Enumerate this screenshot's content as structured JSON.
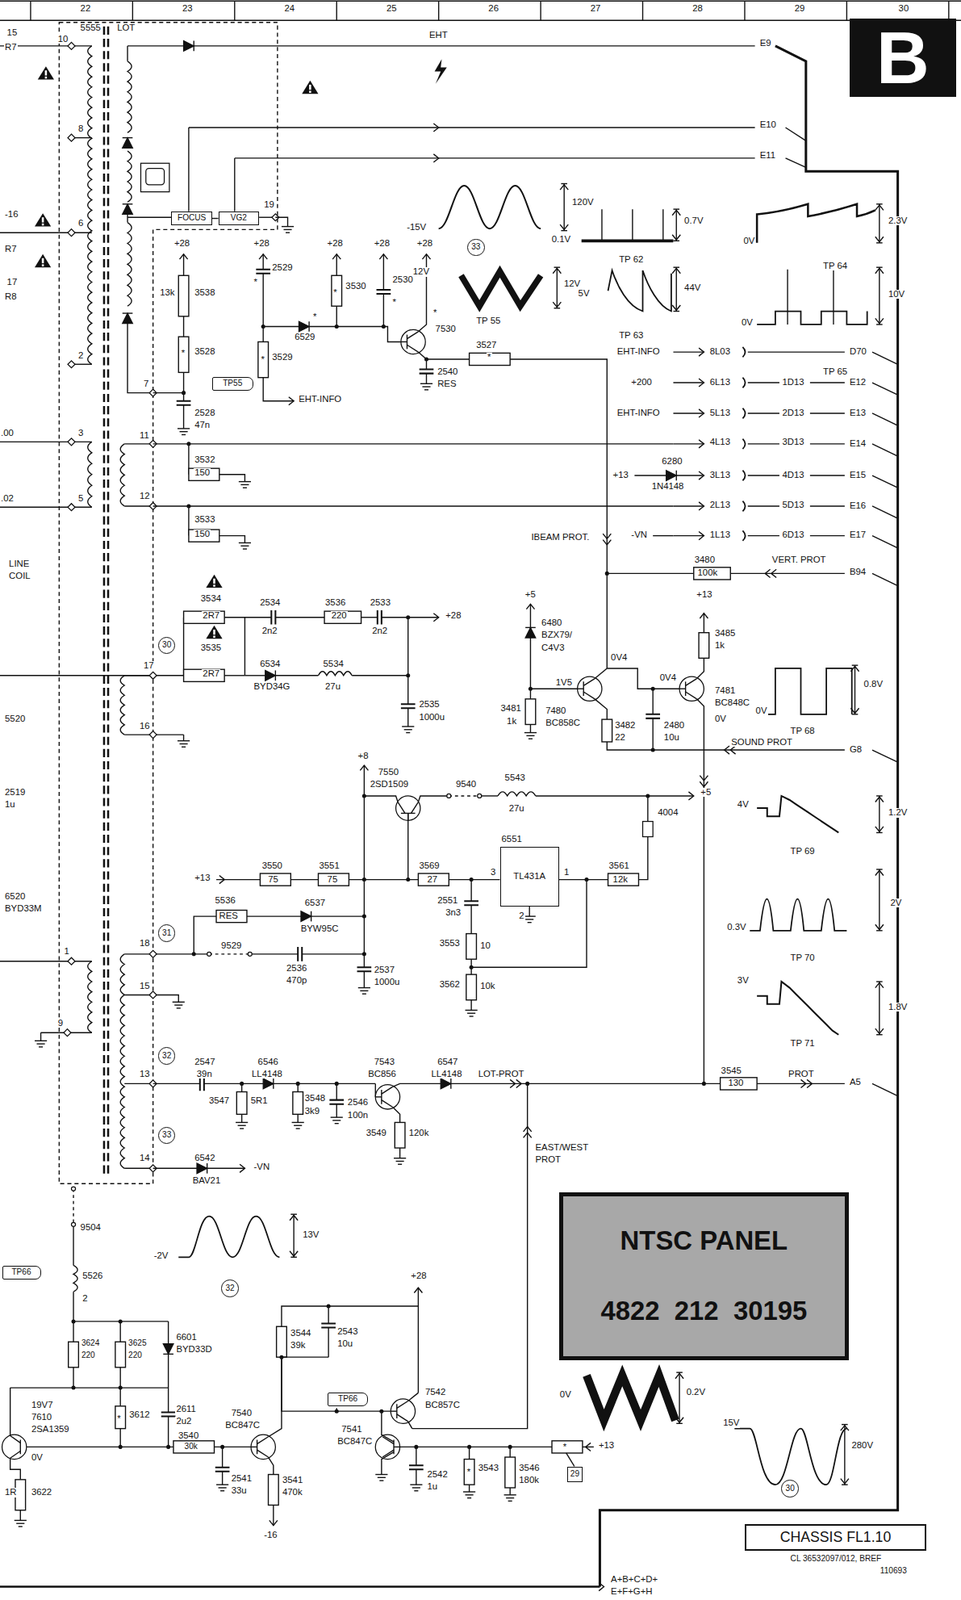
{
  "diagram": {
    "nodes": [
      {
        "text": [
          "B"
        ]
      },
      {
        "text": [
          "NTSC PANEL",
          "4822  212  30195"
        ]
      },
      {
        "text": [
          "CHASSIS FL1.10"
        ]
      },
      {
        "text": [
          "6551",
          "TL431A"
        ]
      },
      {
        "text": [
          "FOCUS"
        ]
      },
      {
        "text": [
          "VG2"
        ]
      },
      {
        "text": [
          "TP55"
        ]
      },
      {
        "text": [
          "TP66"
        ]
      },
      {
        "text": [
          "TP66"
        ]
      },
      {
        "text": [
          "29"
        ]
      },
      {
        "text": [
          "33"
        ]
      },
      {
        "text": [
          "30"
        ]
      },
      {
        "text": [
          "31"
        ]
      },
      {
        "text": [
          "32"
        ]
      },
      {
        "text": [
          "33"
        ]
      },
      {
        "text": [
          "32"
        ]
      },
      {
        "text": [
          "30"
        ]
      }
    ],
    "edges": [
      {
        "from": 4,
        "to": 5,
        "arrow": "none"
      }
    ],
    "labels": [
      "22",
      "23",
      "24",
      "25",
      "26",
      "27",
      "28",
      "29",
      "30",
      "15",
      "R7",
      "-16",
      "R7",
      "17",
      "R8",
      ".00",
      ".02",
      "LINE",
      "COIL",
      "5520",
      "2519",
      "1u",
      "6520",
      "BYD33M",
      "10",
      "5555",
      "LOT",
      "8",
      "6",
      "2",
      "3",
      "5",
      "1",
      "9",
      "19",
      "7",
      "11",
      "12",
      "17",
      "16",
      "18",
      "15",
      "13",
      "14",
      "EHT",
      "E9",
      "E10",
      "E11",
      "+28",
      "+28",
      "+28",
      "+28",
      "+28",
      "3538",
      "13k",
      "3528",
      "*",
      "2529",
      "*",
      "3529",
      "*",
      "6529",
      "*",
      "3530",
      "*",
      "2530",
      "*",
      "7530",
      "*",
      "3527",
      "*",
      "2540",
      "RES",
      "2528",
      "47n",
      "EHT-INFO",
      "120V",
      "-15V",
      "12V",
      "12V",
      "TP 55",
      "0.1V",
      "0.7V",
      "TP 62",
      "5V",
      "44V",
      "TP 63",
      "0V",
      "2.3V",
      "TP 64",
      "0V",
      "10V",
      "TP 65",
      "EHT-INFO",
      "8L03",
      "D70",
      "+200",
      "6L13",
      "1D13",
      "E12",
      "EHT-INFO",
      "5L13",
      "2D13",
      "E13",
      "4L13",
      "3D13",
      "E14",
      "+13",
      "6280",
      "1N4148",
      "3L13",
      "4D13",
      "E15",
      "2L13",
      "5D13",
      "E16",
      "-VN",
      "1L13",
      "6D13",
      "E17",
      "3532",
      "150",
      "3533",
      "150",
      "IBEAM PROT.",
      "3480",
      "100k",
      "VERT. PROT",
      "B94",
      "3534",
      "2R7",
      "3535",
      "2R7",
      "2534",
      "2n2",
      "3536",
      "220",
      "2533",
      "2n2",
      "+28",
      "6534",
      "BYD34G",
      "5534",
      "27u",
      "2535",
      "1000u",
      "+5",
      "6480",
      "BZX79/",
      "C4V3",
      "3481",
      "1k",
      "0V4",
      "1V5",
      "7480",
      "BC858C",
      "3482",
      "22",
      "2480",
      "10u",
      "0V4",
      "+13",
      "3485",
      "1k",
      "7481",
      "BC848C",
      "0V",
      "0.8V",
      "0V",
      "TP 68",
      "SOUND PROT",
      "G8",
      "+8",
      "7550",
      "2SD1509",
      "9540",
      "5543",
      "27u",
      "+5",
      "4004",
      "3561",
      "12k",
      "3",
      "1",
      "2",
      "3569",
      "27",
      "+13",
      "3550",
      "75",
      "3551",
      "75",
      "2551",
      "3n3",
      "3553",
      "10",
      "3562",
      "10k",
      "5536",
      "RES",
      "6537",
      "BYW95C",
      "9529",
      "2536",
      "470p",
      "2537",
      "1000u",
      "2547",
      "39n",
      "6546",
      "LL4148",
      "3547",
      "5R1",
      "3548",
      "3k9",
      "2546",
      "100n",
      "7543",
      "BC856",
      "3549",
      "120k",
      "6547",
      "LL4148",
      "LOT-PROT",
      "EAST/WEST",
      "PROT",
      "3545",
      "130",
      "PROT",
      "A5",
      "6542",
      "BAV21",
      "-VN",
      "4V",
      "1.2V",
      "TP 69",
      "2V",
      "0.3V",
      "TP 70",
      "3V",
      "1.8V",
      "TP 71",
      "9504",
      "5526",
      "2",
      "3624",
      "220",
      "3625",
      "220",
      "6601",
      "BYD33D",
      "3612",
      "*",
      "2611",
      "2u2",
      "19V7",
      "7610",
      "2SA1359",
      "0V",
      "3622",
      "1R",
      "3540",
      "30k",
      "7540",
      "BC847C",
      "2541",
      "33u",
      "3541",
      "470k",
      "-16",
      "13V",
      "-2V",
      "+28",
      "3544",
      "39k",
      "2543",
      "10u",
      "7542",
      "BC857C",
      "7541",
      "BC847C",
      "2542",
      "1u",
      "3543",
      "*",
      "3546",
      "180k",
      "*",
      "+13",
      "0V",
      "0.2V",
      "15V",
      "280V",
      "CL 36532097/012, BREF",
      "110693",
      "A+B+C+D+",
      "E+F+G+H"
    ]
  }
}
